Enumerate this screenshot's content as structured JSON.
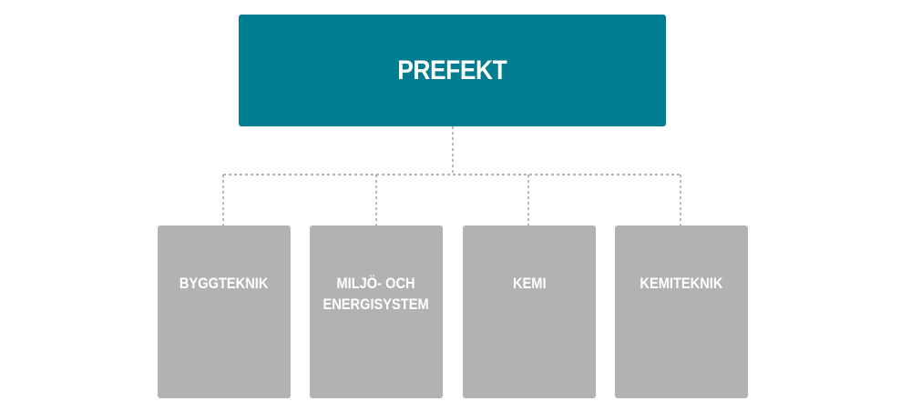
{
  "colors": {
    "top_box": "#007d91",
    "child_box": "#b3b2b2",
    "connector": "#888888",
    "text": "#ffffff"
  },
  "top": {
    "label": "PREFEKT"
  },
  "children": [
    {
      "label": "BYGGTEKNIK"
    },
    {
      "label": "MILJÖ- OCH\nENERGISYSTEM"
    },
    {
      "label": "KEMI"
    },
    {
      "label": "KEMITEKNIK"
    }
  ]
}
